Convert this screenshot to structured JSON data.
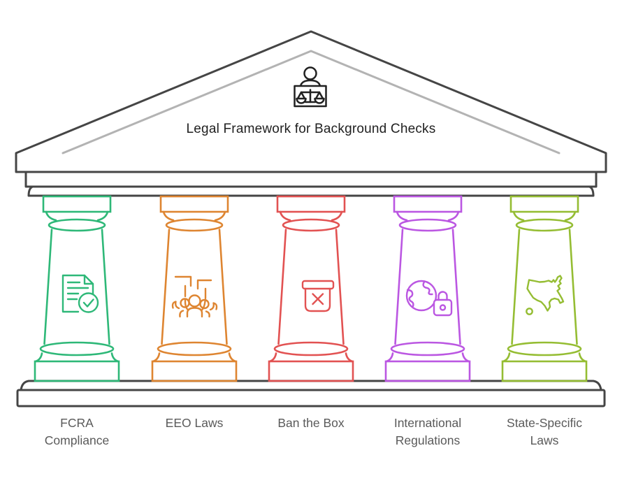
{
  "diagram": {
    "title": "Legal Framework for Background Checks",
    "apex_icon": "judge-scales-icon"
  },
  "colors": {
    "outline": "#454545",
    "inner_pediment": "#b3b3b3",
    "apex_icon": "#212121",
    "title_text": "#1f1f1f",
    "label_text": "#5a5a5a",
    "background": "#ffffff"
  },
  "pillars": [
    {
      "label": "FCRA Compliance",
      "label_lines": [
        "FCRA",
        "Compliance"
      ],
      "color": "#2eb878",
      "icon": "document-check-icon"
    },
    {
      "label": "EEO Laws",
      "label_lines": [
        "EEO Laws"
      ],
      "color": "#de8531",
      "icon": "people-rights-icon"
    },
    {
      "label": "Ban the Box",
      "label_lines": [
        "Ban the Box"
      ],
      "color": "#e25252",
      "icon": "banned-box-icon"
    },
    {
      "label": "International Regulations",
      "label_lines": [
        "International",
        "Regulations"
      ],
      "color": "#bb57e2",
      "icon": "globe-lock-icon"
    },
    {
      "label": "State-Specific Laws",
      "label_lines": [
        "State-Specific",
        "Laws"
      ],
      "color": "#95bd33",
      "icon": "usa-map-icon"
    }
  ]
}
